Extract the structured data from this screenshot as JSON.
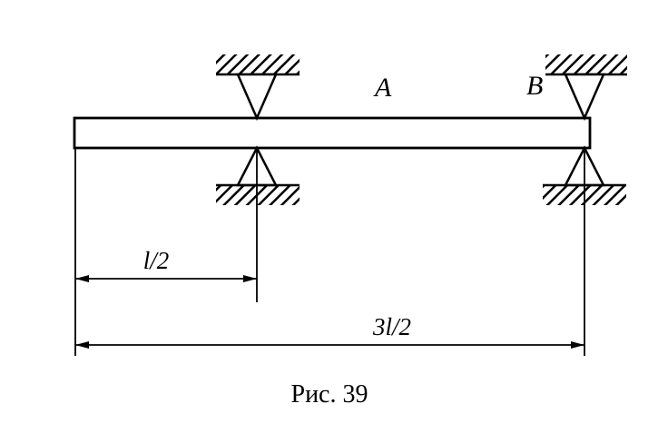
{
  "figure": {
    "caption": "Рис. 39",
    "labels": {
      "support_a": "A",
      "support_b": "B"
    },
    "dimensions": {
      "half_span": "l/2",
      "full_span": "3l/2"
    },
    "colors": {
      "line": "#000000",
      "background": "#ffffff"
    }
  }
}
